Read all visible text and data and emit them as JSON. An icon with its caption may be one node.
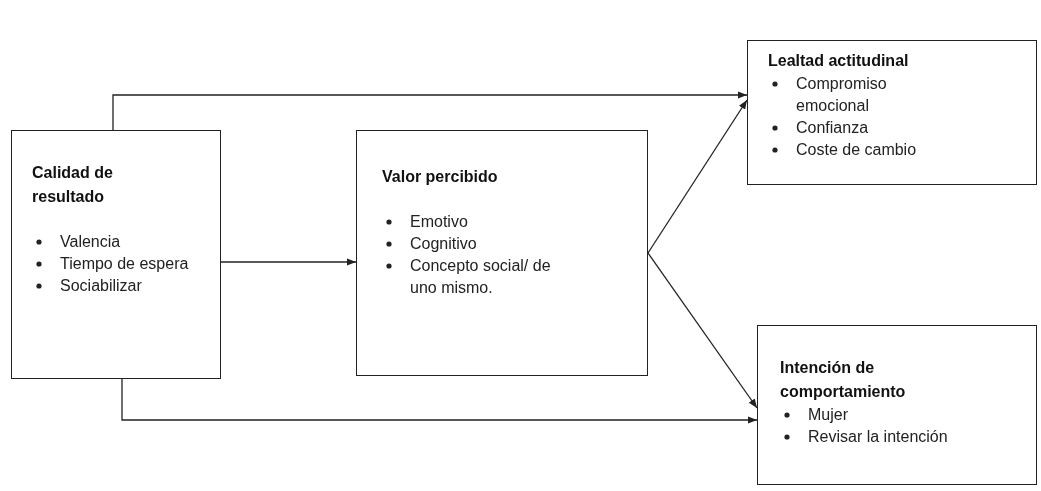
{
  "diagram": {
    "nodes": [
      {
        "text": [
          "Calidad de resultado",
          "Valencia",
          "Tiempo de espera",
          "Sociabilizar"
        ]
      },
      {
        "text": [
          "Valor percibido",
          "Emotivo",
          "Cognitivo",
          "Concepto social/ de uno mismo."
        ]
      },
      {
        "text": [
          "Lealtad actitudinal",
          "Compromiso emocional",
          "Confianza",
          "Coste de cambio"
        ]
      },
      {
        "text": [
          "Intención de comportamiento",
          "Mujer",
          "Revisar la intención"
        ]
      }
    ],
    "edges": [
      {
        "from": 0,
        "to": 2,
        "arrow": "to"
      },
      {
        "from": 0,
        "to": 1,
        "arrow": "to"
      },
      {
        "from": 1,
        "to": 2,
        "arrow": "to"
      },
      {
        "from": 1,
        "to": 3,
        "arrow": "to"
      },
      {
        "from": 0,
        "to": 3,
        "arrow": "to"
      }
    ]
  }
}
